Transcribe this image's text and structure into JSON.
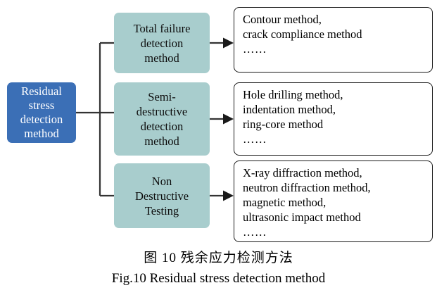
{
  "figure": {
    "root": {
      "label": "Residual stress detection method",
      "lines": [
        "Residual",
        "stress",
        "detection",
        "method"
      ],
      "color": "#3B6FB6",
      "text_color": "#FFFFFF"
    },
    "categories": [
      {
        "id": "total-failure",
        "lines": [
          "Total failure",
          "detection",
          "method"
        ],
        "color": "#A8CDCD"
      },
      {
        "id": "semi-destructive",
        "lines": [
          "Semi-",
          "destructive",
          "detection",
          "method"
        ],
        "color": "#A8CDCD"
      },
      {
        "id": "non-destructive",
        "lines": [
          "Non",
          "Destructive",
          "Testing"
        ],
        "color": "#A8CDCD"
      }
    ],
    "methods": [
      {
        "id": "total-failure-methods",
        "lines": [
          "Contour method,",
          "crack compliance method"
        ],
        "ellipsis": "……"
      },
      {
        "id": "semi-destructive-methods",
        "lines": [
          "Hole drilling method,",
          "indentation method,",
          "ring-core method"
        ],
        "ellipsis": "……"
      },
      {
        "id": "non-destructive-methods",
        "lines": [
          "X-ray diffraction method,",
          "neutron diffraction method,",
          "magnetic method,",
          "ultrasonic impact method"
        ],
        "ellipsis": "……"
      }
    ],
    "line_color": "#333333"
  },
  "caption": {
    "chinese": "图 10  残余应力检测方法",
    "english": "Fig.10 Residual stress detection method"
  }
}
